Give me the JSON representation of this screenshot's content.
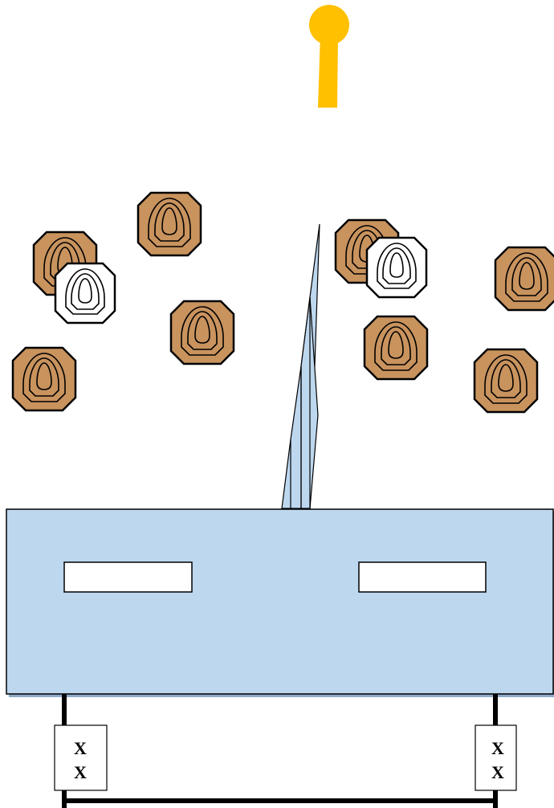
{
  "colors": {
    "background": "#ffffff",
    "barrier_fill": "#bdd7ee",
    "barrier_shadow": "#8ea9c8",
    "target_tan": "#c9935e",
    "target_white": "#ffffff",
    "stroke": "#000000",
    "pin": "#ffc000"
  },
  "icons": {
    "pin": "yellow-marker-pin",
    "target_tan": "tan-octagon-target",
    "target_white": "white-no-shoot-target"
  },
  "boxes": {
    "left": {
      "line1": "X",
      "line2": "X"
    },
    "right": {
      "line1": "X",
      "line2": "X"
    }
  },
  "targets": [
    {
      "kind": "tan"
    },
    {
      "kind": "tan"
    },
    {
      "kind": "white"
    },
    {
      "kind": "tan"
    },
    {
      "kind": "tan"
    },
    {
      "kind": "tan"
    },
    {
      "kind": "white"
    },
    {
      "kind": "tan"
    },
    {
      "kind": "tan"
    },
    {
      "kind": "tan"
    }
  ]
}
